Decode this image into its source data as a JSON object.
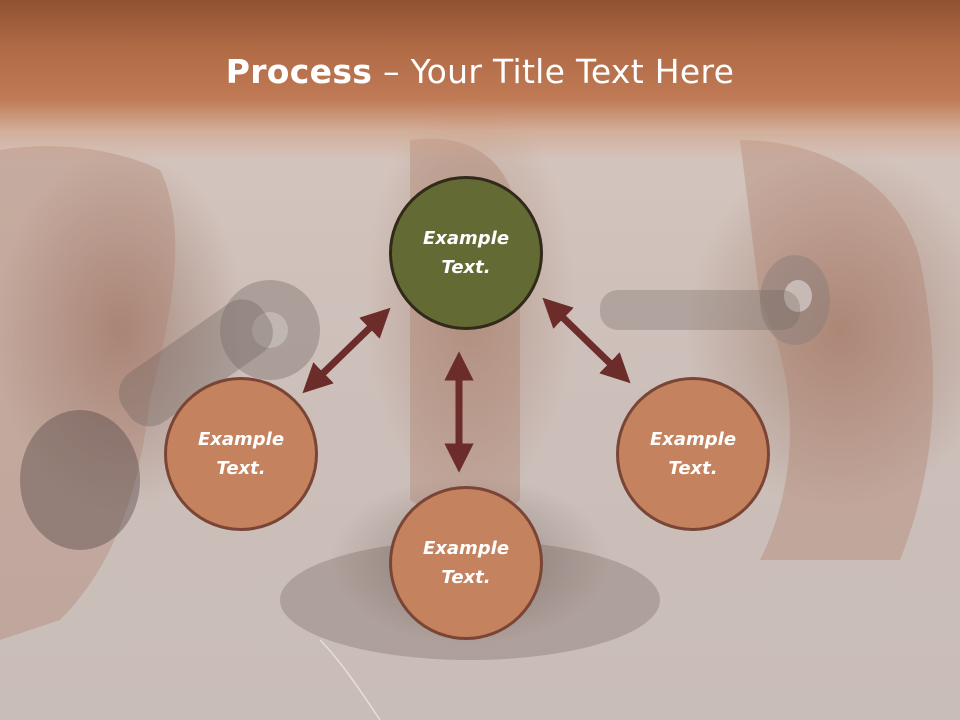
{
  "title": {
    "bold": "Process",
    "rest": " – Your Title Text Here"
  },
  "nodes": [
    {
      "id": "top",
      "line1": "Example",
      "line2": "Text."
    },
    {
      "id": "left",
      "line1": "Example",
      "line2": "Text."
    },
    {
      "id": "bottom",
      "line1": "Example",
      "line2": "Text."
    },
    {
      "id": "right",
      "line1": "Example",
      "line2": "Text."
    }
  ],
  "colors": {
    "header": "#b06a45",
    "center_node": "#646a34",
    "outer_node": "#c4825e",
    "arrow": "#6b2c2a"
  }
}
